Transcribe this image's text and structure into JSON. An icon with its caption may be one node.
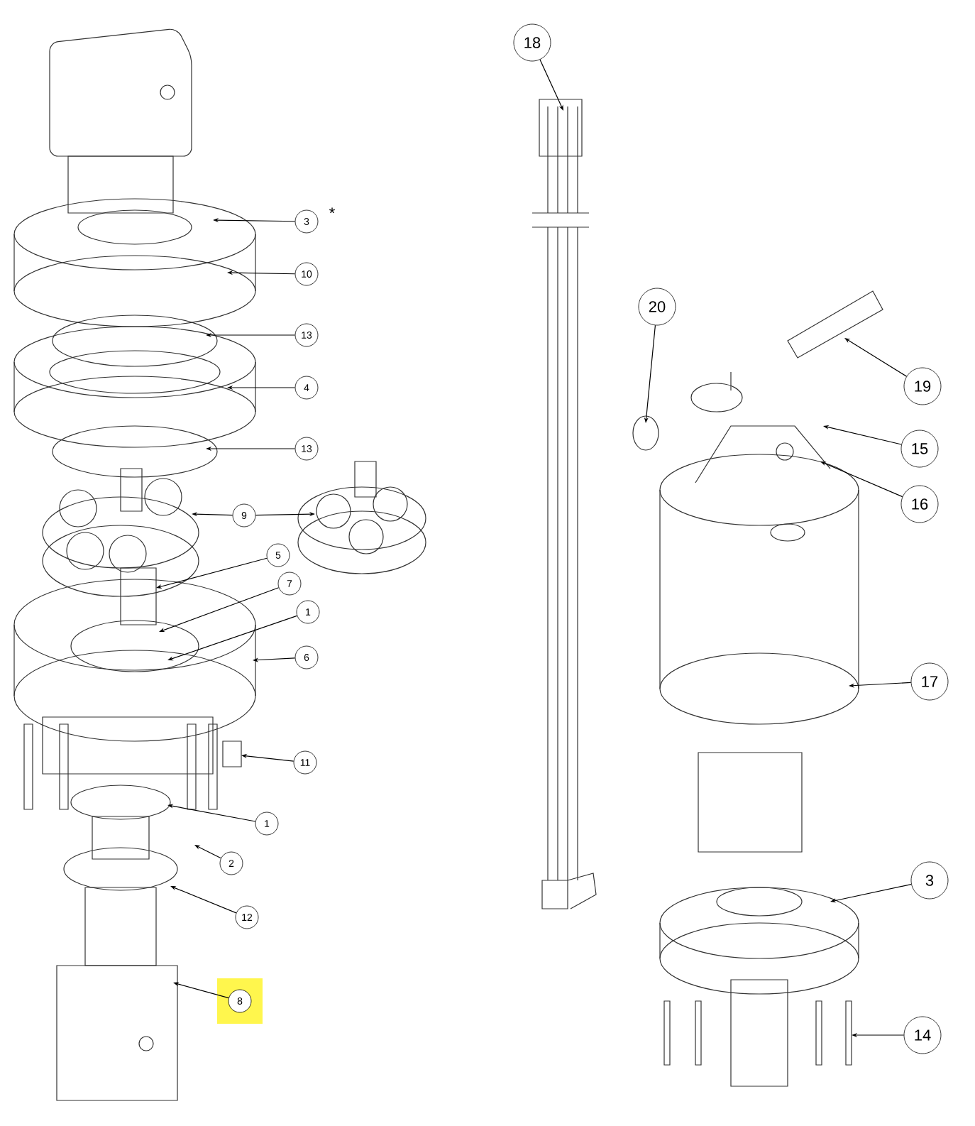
{
  "diagram": {
    "nodes": [
      {
        "text": [
          "3"
        ]
      },
      {
        "text": [
          "10"
        ]
      },
      {
        "text": [
          "13"
        ]
      },
      {
        "text": [
          "4"
        ]
      },
      {
        "text": [
          "13"
        ]
      },
      {
        "text": [
          "9"
        ]
      },
      {
        "text": [
          "5"
        ]
      },
      {
        "text": [
          "7"
        ]
      },
      {
        "text": [
          "1"
        ]
      },
      {
        "text": [
          "6"
        ]
      },
      {
        "text": [
          "11"
        ]
      },
      {
        "text": [
          "1"
        ]
      },
      {
        "text": [
          "2"
        ]
      },
      {
        "text": [
          "12"
        ]
      },
      {
        "text": [
          "8"
        ]
      },
      {
        "text": [
          "18"
        ]
      },
      {
        "text": [
          "20"
        ]
      },
      {
        "text": [
          "19"
        ]
      },
      {
        "text": [
          "15"
        ]
      },
      {
        "text": [
          "16"
        ]
      },
      {
        "text": [
          "17"
        ]
      },
      {
        "text": [
          "3"
        ]
      },
      {
        "text": [
          "14"
        ]
      }
    ],
    "edges": [
      {
        "from": 0,
        "to": null,
        "arrow": "to"
      },
      {
        "from": 1,
        "to": null,
        "arrow": "to"
      },
      {
        "from": 2,
        "to": null,
        "arrow": "to"
      },
      {
        "from": 3,
        "to": null,
        "arrow": "to"
      },
      {
        "from": 4,
        "to": null,
        "arrow": "to"
      },
      {
        "from": 5,
        "to": null,
        "arrow": "to"
      },
      {
        "from": 5,
        "to": null,
        "arrow": "to"
      },
      {
        "from": 6,
        "to": null,
        "arrow": "to"
      },
      {
        "from": 7,
        "to": null,
        "arrow": "to"
      },
      {
        "from": 8,
        "to": null,
        "arrow": "to"
      },
      {
        "from": 9,
        "to": null,
        "arrow": "to"
      },
      {
        "from": 10,
        "to": null,
        "arrow": "to"
      },
      {
        "from": 11,
        "to": null,
        "arrow": "to"
      },
      {
        "from": 12,
        "to": null,
        "arrow": "to"
      },
      {
        "from": 13,
        "to": null,
        "arrow": "to"
      },
      {
        "from": 14,
        "to": null,
        "arrow": "to"
      },
      {
        "from": 15,
        "to": null,
        "arrow": "to"
      },
      {
        "from": 16,
        "to": null,
        "arrow": "to"
      },
      {
        "from": 17,
        "to": null,
        "arrow": "to"
      },
      {
        "from": 18,
        "to": null,
        "arrow": "to"
      },
      {
        "from": 19,
        "to": null,
        "arrow": "to"
      },
      {
        "from": 20,
        "to": null,
        "arrow": "to"
      },
      {
        "from": 21,
        "to": null,
        "arrow": "to"
      },
      {
        "from": 22,
        "to": null,
        "arrow": "to"
      }
    ],
    "labels": [
      "*"
    ]
  }
}
